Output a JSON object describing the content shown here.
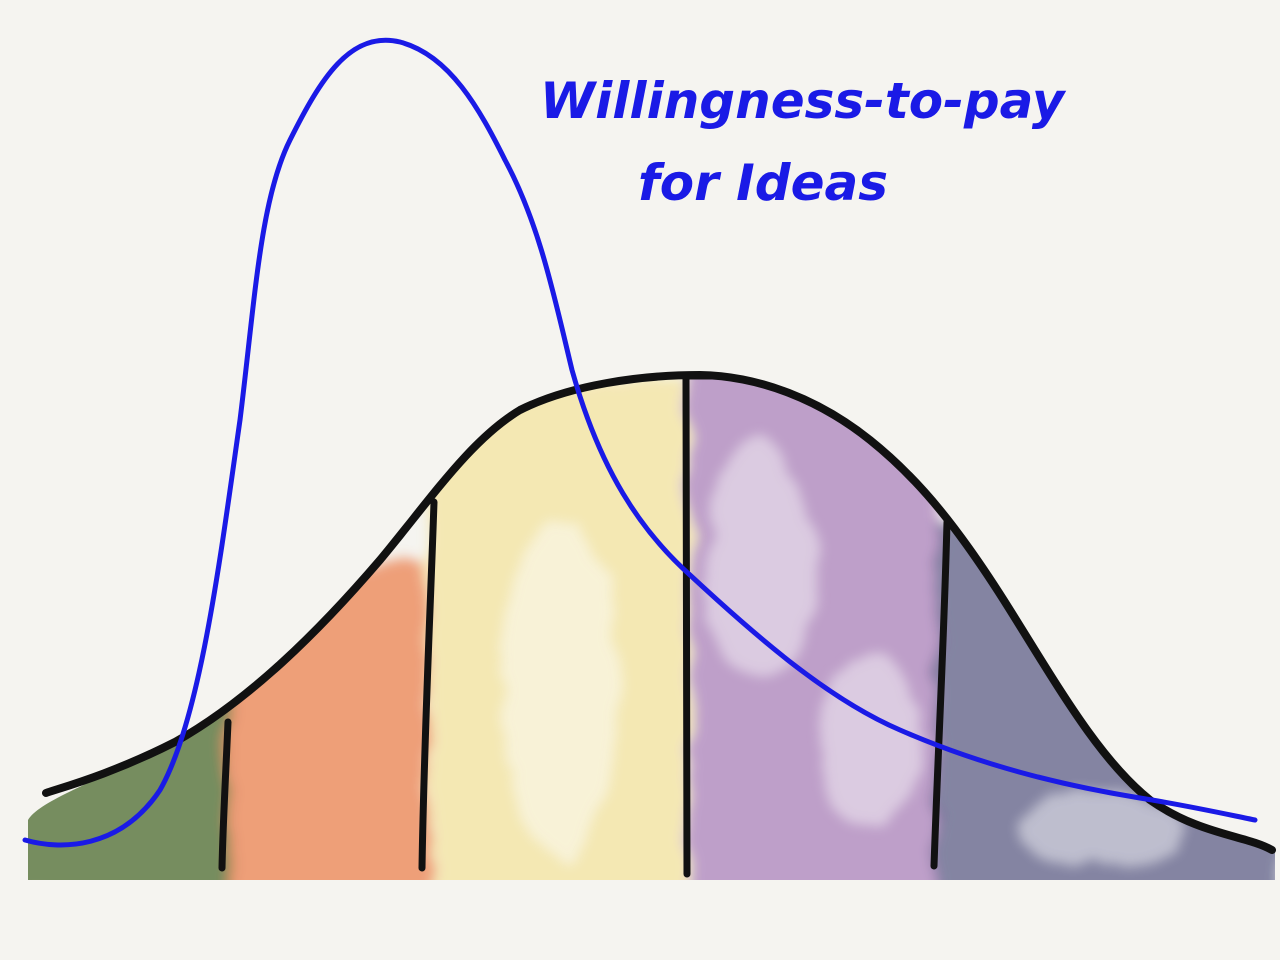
{
  "title": {
    "line1": "Willingness-to-pay",
    "line2": "for Ideas"
  },
  "colors": {
    "background": "#f5f4f0",
    "blue_curve": "#1a1ae6",
    "black_curve": "#111111",
    "band_green": "#5f7a45",
    "band_orange": "#ec8a5a",
    "band_yellow": "#f3df8a",
    "band_purple": "#a77ab8",
    "band_slate": "#5e5f88"
  },
  "bands": [
    {
      "name": "green",
      "color": "#5f7a45"
    },
    {
      "name": "orange",
      "color": "#ec8a5a"
    },
    {
      "name": "yellow",
      "color": "#f3df8a"
    },
    {
      "name": "purple",
      "color": "#a77ab8"
    },
    {
      "name": "slate",
      "color": "#5e5f88"
    }
  ]
}
